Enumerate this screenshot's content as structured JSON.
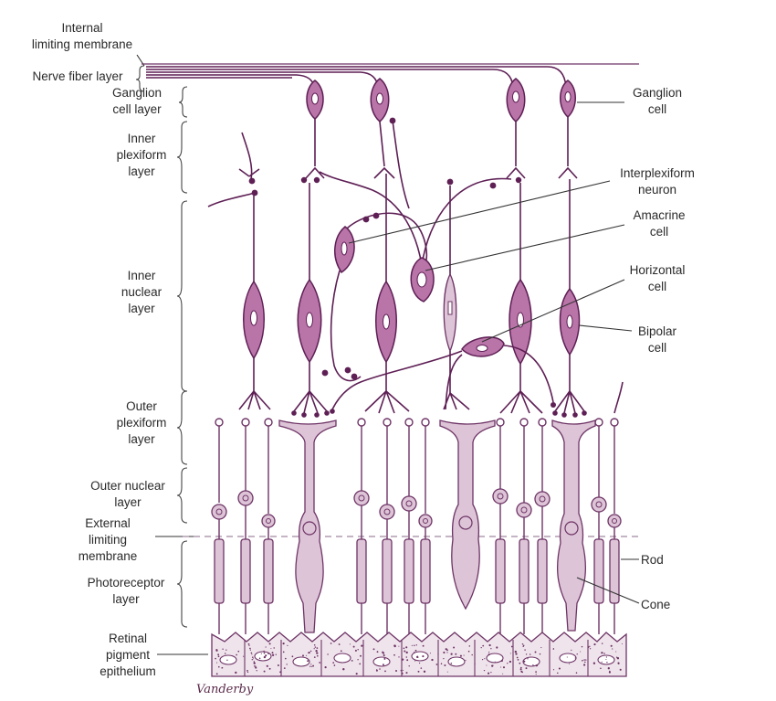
{
  "left_labels": {
    "internal_limiting_membrane": [
      "Internal",
      "limiting membrane"
    ],
    "nerve_fiber_layer": [
      "Nerve fiber layer"
    ],
    "ganglion_cell_layer": [
      "Ganglion",
      "cell layer"
    ],
    "inner_plexiform_layer": [
      "Inner",
      "plexiform",
      "layer"
    ],
    "inner_nuclear_layer": [
      "Inner",
      "nuclear",
      "layer"
    ],
    "outer_plexiform_layer": [
      "Outer",
      "plexiform",
      "layer"
    ],
    "outer_nuclear_layer": [
      "Outer nuclear",
      "layer"
    ],
    "external_limiting_membrane": [
      "External",
      "limiting",
      "membrane"
    ],
    "photoreceptor_layer": [
      "Photoreceptor",
      "layer"
    ],
    "retinal_pigment_epithelium": [
      "Retinal",
      "pigment",
      "epithelium"
    ]
  },
  "right_labels": {
    "ganglion_cell": [
      "Ganglion",
      "cell"
    ],
    "interplexiform_neuron": [
      "Interplexiform",
      "neuron"
    ],
    "amacrine_cell": [
      "Amacrine",
      "cell"
    ],
    "horizontal_cell": [
      "Horizontal",
      "cell"
    ],
    "bipolar_cell": [
      "Bipolar",
      "cell"
    ],
    "rod": [
      "Rod"
    ],
    "cone": [
      "Cone"
    ]
  },
  "signature": "Vanderby",
  "colors": {
    "dark_cell": "#b974a8",
    "dark_stroke": "#5e1f55",
    "light_cell": "#ddc4d7",
    "epithelium": "#efe4ec"
  }
}
